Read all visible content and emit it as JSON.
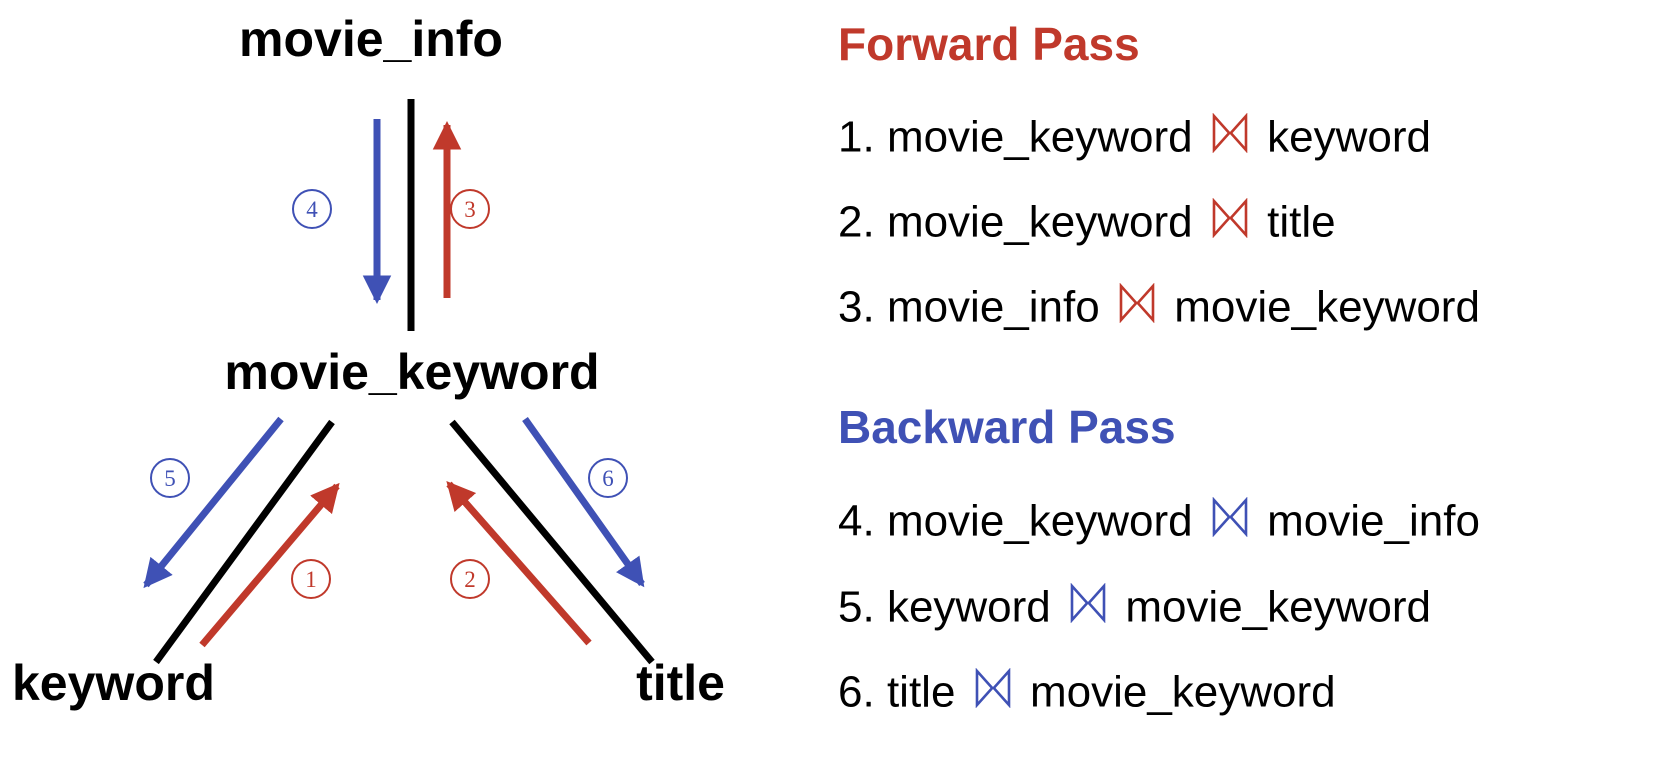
{
  "colors": {
    "forward": "#C0392B",
    "backward": "#3F51B5",
    "neutral": "#000000",
    "background": "#FFFFFF"
  },
  "diagram": {
    "nodes": [
      {
        "id": "movie_info",
        "label": "movie_info"
      },
      {
        "id": "movie_keyword",
        "label": "movie_keyword"
      },
      {
        "id": "keyword",
        "label": "keyword"
      },
      {
        "id": "title",
        "label": "title"
      }
    ],
    "edges": [
      {
        "from": "movie_info",
        "to": "movie_keyword",
        "kind": "relation",
        "color": "#000000"
      },
      {
        "from": "movie_keyword",
        "to": "keyword",
        "kind": "relation",
        "color": "#000000"
      },
      {
        "from": "movie_keyword",
        "to": "title",
        "kind": "relation",
        "color": "#000000"
      }
    ],
    "arrows": [
      {
        "step": "1",
        "color": "#C0392B",
        "pass": "forward",
        "from": "keyword",
        "to": "movie_keyword"
      },
      {
        "step": "2",
        "color": "#C0392B",
        "pass": "forward",
        "from": "title",
        "to": "movie_keyword"
      },
      {
        "step": "3",
        "color": "#C0392B",
        "pass": "forward",
        "from": "movie_keyword",
        "to": "movie_info"
      },
      {
        "step": "4",
        "color": "#3F51B5",
        "pass": "backward",
        "from": "movie_info",
        "to": "movie_keyword"
      },
      {
        "step": "5",
        "color": "#3F51B5",
        "pass": "backward",
        "from": "movie_keyword",
        "to": "keyword"
      },
      {
        "step": "6",
        "color": "#3F51B5",
        "pass": "backward",
        "from": "movie_keyword",
        "to": "title"
      }
    ],
    "badges": {
      "b1": "1",
      "b2": "2",
      "b3": "3",
      "b4": "4",
      "b5": "5",
      "b6": "6"
    }
  },
  "panel": {
    "forward": {
      "title": "Forward Pass",
      "items": [
        {
          "num": "1.",
          "left": "movie_keyword",
          "op": "join-bowtie-icon",
          "right": "keyword"
        },
        {
          "num": "2.",
          "left": "movie_keyword",
          "op": "join-bowtie-icon",
          "right": "title"
        },
        {
          "num": "3.",
          "left": "movie_info",
          "op": "join-bowtie-icon",
          "right": "movie_keyword"
        }
      ]
    },
    "backward": {
      "title": "Backward Pass",
      "items": [
        {
          "num": "4.",
          "left": "movie_keyword",
          "op": "join-bowtie-icon",
          "right": "movie_info"
        },
        {
          "num": "5.",
          "left": "keyword",
          "op": "join-bowtie-icon",
          "right": "movie_keyword"
        },
        {
          "num": "6.",
          "left": "title",
          "op": "join-bowtie-icon",
          "right": "movie_keyword"
        }
      ]
    }
  }
}
